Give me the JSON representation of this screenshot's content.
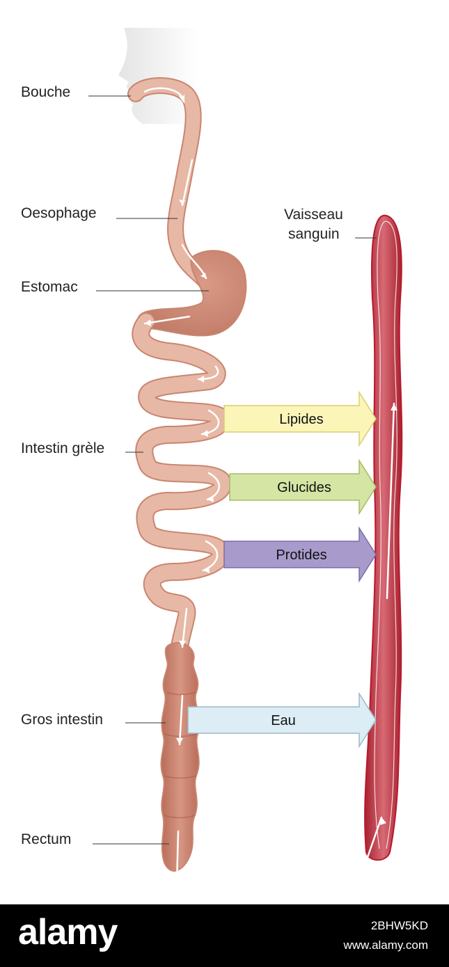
{
  "organ_labels": {
    "bouche": "Bouche",
    "oesophage": "Oesophage",
    "estomac": "Estomac",
    "intestin_grele": "Intestin grèle",
    "gros_intestin": "Gros intestin",
    "rectum": "Rectum"
  },
  "vessel_label": {
    "line1": "Vaisseau",
    "line2": "sanguin"
  },
  "absorption_arrows": [
    {
      "label": "Lipides",
      "fill": "#fbf5b8",
      "stroke": "#d8cf70"
    },
    {
      "label": "Glucides",
      "fill": "#d4e5a4",
      "stroke": "#a3bd64"
    },
    {
      "label": "Protides",
      "fill": "#a89bcc",
      "stroke": "#7a6ca8"
    },
    {
      "label": "Eau",
      "fill": "#ddedf5",
      "stroke": "#9fb8c6"
    }
  ],
  "colors": {
    "tract_fill": "#e7b8a5",
    "tract_outline": "#c98570",
    "vessel_fill": "#c84a57",
    "vessel_outline": "#b8192c"
  },
  "footer": {
    "logo": "alamy",
    "image_id": "2BHW5KD",
    "site": "www.alamy.com"
  }
}
